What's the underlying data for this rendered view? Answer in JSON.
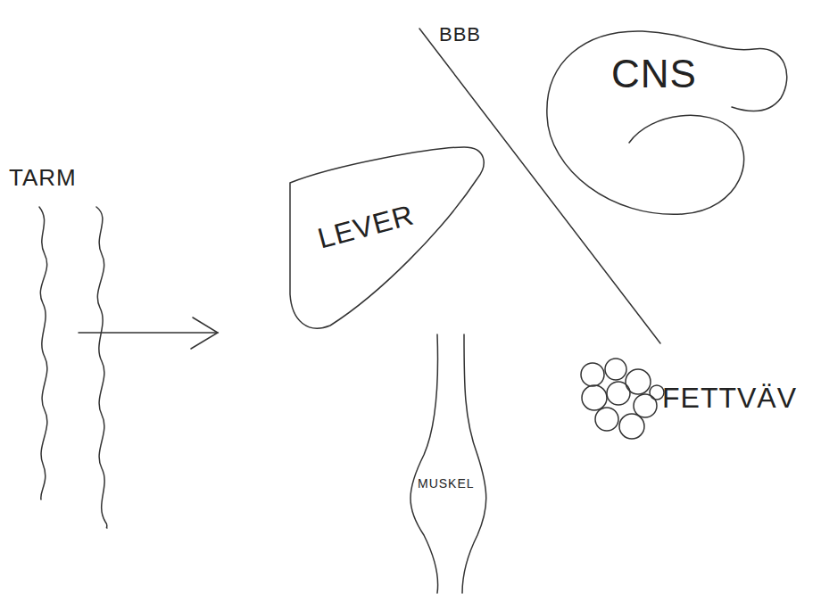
{
  "diagram": {
    "nodes": [
      {
        "text": [
          "CNS"
        ]
      },
      {
        "text": [
          "LEVER"
        ]
      },
      {
        "text": [
          "MUSKEL"
        ]
      }
    ],
    "labels": [
      "BBB",
      "TARM",
      "FETTVÄV"
    ]
  }
}
